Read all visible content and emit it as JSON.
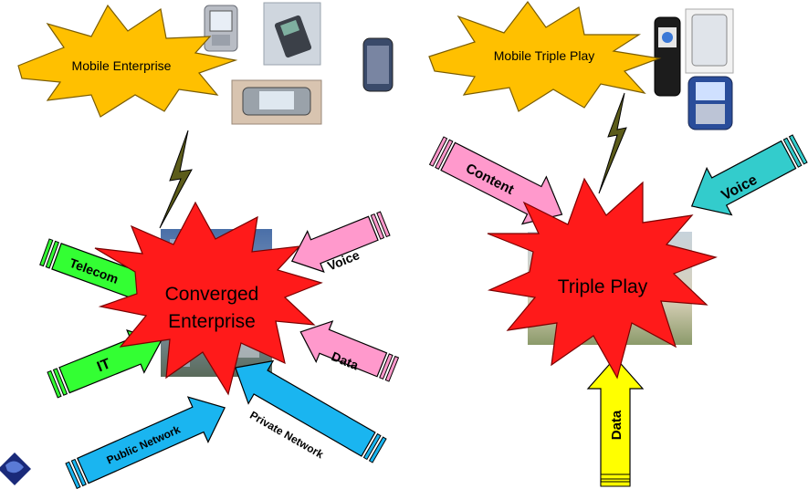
{
  "mobile_enterprise": {
    "label": "Mobile Enterprise"
  },
  "mobile_triple_play": {
    "label": "Mobile Triple Play"
  },
  "converged_enterprise": {
    "line1": "Converged",
    "line2": "Enterprise"
  },
  "triple_play": {
    "label": "Triple Play"
  },
  "arrows": {
    "telecom": "Telecom",
    "it": "IT",
    "voice_left": "Voice",
    "data_left": "Data",
    "public_network": "Public Network",
    "private_network": "Private Network",
    "content": "Content",
    "voice_right": "Voice",
    "data_right": "Data"
  },
  "colors": {
    "star_yellow": "#FFC000",
    "star_red": "#FF1A1A",
    "arrow_green": "#33FF33",
    "arrow_pink": "#FF99CC",
    "arrow_cyan": "#1AB5F0",
    "arrow_teal": "#33CCCC",
    "arrow_yellow": "#FFFF00",
    "bolt_olive": "#5C5C1A"
  }
}
